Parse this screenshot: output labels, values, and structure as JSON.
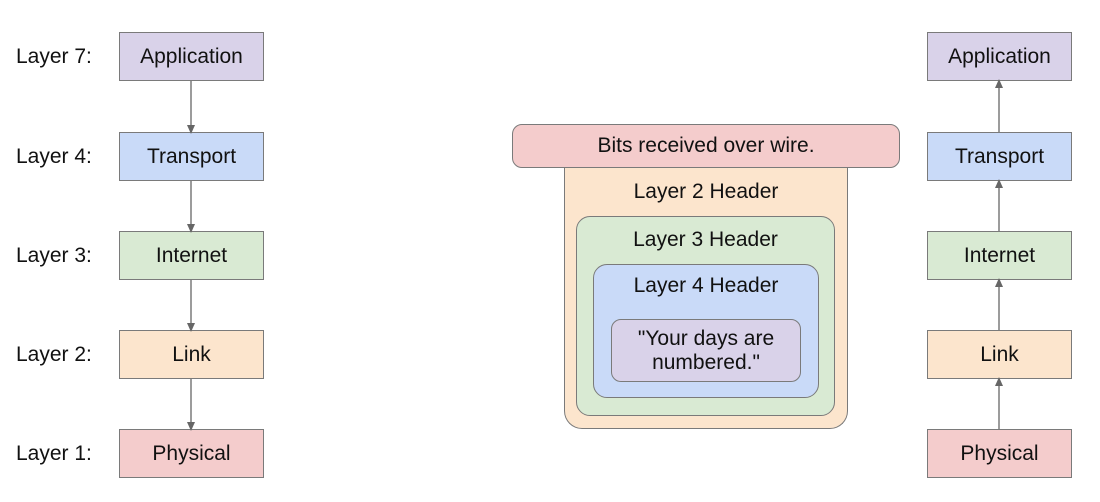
{
  "colors": {
    "application": "#d9d2e9",
    "transport": "#c9daf8",
    "internet": "#d9ead3",
    "link": "#fce5cd",
    "physical": "#f4cccc",
    "stroke": "#7a7a7a",
    "arrow": "#666666"
  },
  "left_stack": {
    "layer_labels": [
      "Layer 7:",
      "Layer 4:",
      "Layer 3:",
      "Layer 2:",
      "Layer 1:"
    ],
    "boxes": [
      "Application",
      "Transport",
      "Internet",
      "Link",
      "Physical"
    ]
  },
  "packet": {
    "bits_label": "Bits received over wire.",
    "layer2_header": "Layer 2 Header",
    "layer3_header": "Layer 3 Header",
    "layer4_header": "Layer 4 Header",
    "payload_line1": "\"Your days are",
    "payload_line2": "numbered.\""
  },
  "right_stack": {
    "boxes": [
      "Application",
      "Transport",
      "Internet",
      "Link",
      "Physical"
    ]
  }
}
